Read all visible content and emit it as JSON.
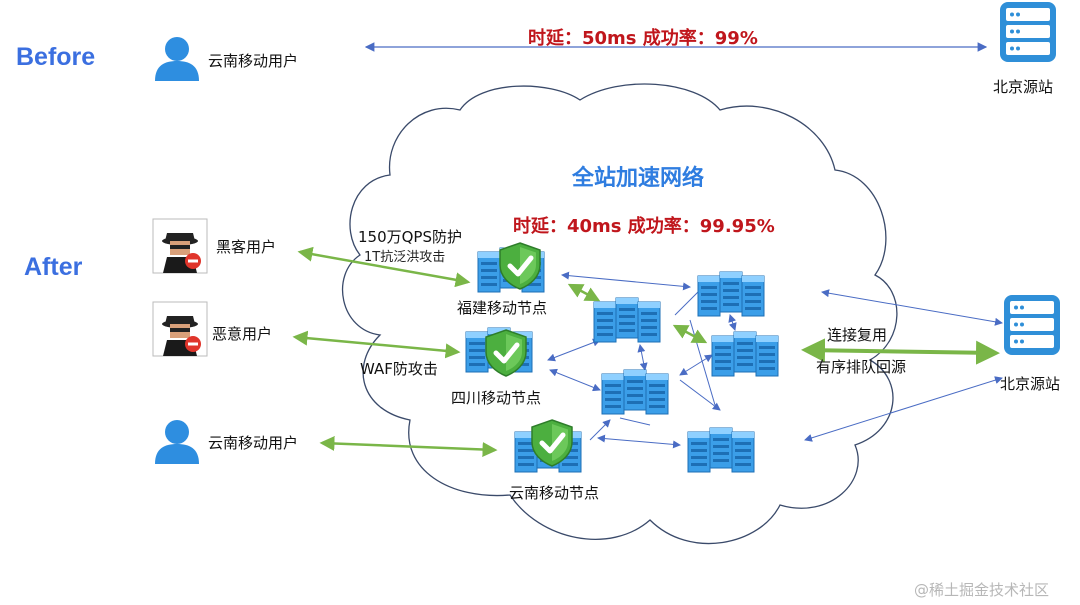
{
  "before": {
    "section_label": "Before",
    "user_label": "云南移动用户",
    "metric_text": "时延：50ms  成功率：99%",
    "origin_label": "北京源站"
  },
  "after": {
    "section_label": "After",
    "network_title": "全站加速网络",
    "metric_text": "时延：40ms  成功率：99.95%",
    "users": [
      {
        "label": "黑客用户",
        "icon": "hacker-avatar-icon"
      },
      {
        "label": "恶意用户",
        "icon": "hacker-avatar-icon"
      },
      {
        "label": "云南移动用户",
        "icon": "user-icon"
      }
    ],
    "protections": {
      "ddos_line1": "150万QPS防护",
      "ddos_line2": "1T抗泛洪攻击",
      "waf": "WAF防攻击"
    },
    "nodes": [
      "福建移动节点",
      "四川移动节点",
      "云南移动节点"
    ],
    "origin_link_line1": "连接复用",
    "origin_link_line2": "有序排队回源",
    "origin_label": "北京源站"
  },
  "watermark": "@稀土掘金技术社区",
  "colors": {
    "section_blue": "#3b6fe0",
    "metric_red": "#c0161c",
    "link_green": "#7ab648",
    "arrow_blue": "#4a6cc4",
    "server_blue": "#2f8fd8",
    "shield_green": "#4caf3f"
  }
}
